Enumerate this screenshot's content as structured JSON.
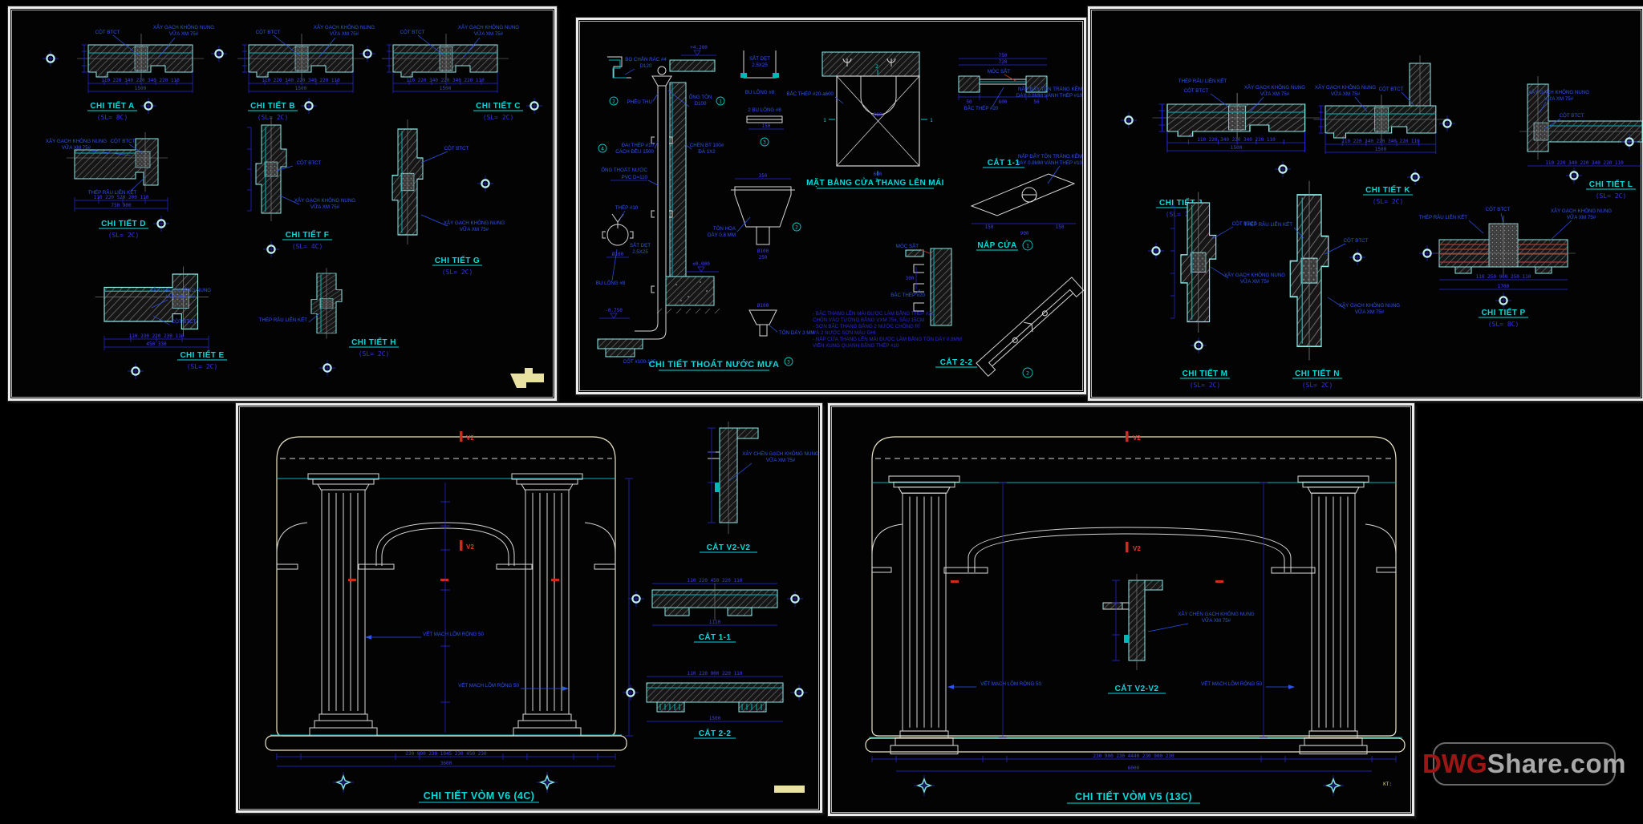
{
  "shared": {
    "cot": "CỘT BTCT",
    "brick1": "XÂY GẠCH KHÔNG NUNG",
    "brick2": "VỮA XM 75#",
    "rebar": "THÉP RÂU LIÊN KẾT",
    "chen": "XÂY CHÈN GẠCH KHÔNG NUNG",
    "vet": "VẾT MẠCH LÕM RỘNG 50"
  },
  "p1": {
    "a_t": "CHI TIẾT A",
    "a_sl": "(SL= 8C)",
    "b_t": "CHI TIẾT B",
    "b_sl": "(SL= 2C)",
    "c_t": "CHI TIẾT C",
    "c_sl": "(SL= 2C)",
    "d_t": "CHI TIẾT D",
    "d_sl": "(SL= 2C)",
    "f_t": "CHI TIẾT F",
    "f_sl": "(SL= 4C)",
    "g_t": "CHI TIẾT G",
    "g_sl": "(SL= 2C)",
    "e_t": "CHI TIẾT E",
    "e_sl": "(SL= 2C)",
    "h_t": "CHI TIẾT H",
    "h_sl": "(SL= 2C)",
    "dims1": "110 220 340 220 340 220 110",
    "total1": "1500",
    "d_dims": "110 220 520 200 110",
    "d_total": "750   900",
    "e_dims": "110 230 220 230 110",
    "e_total": "450   330"
  },
  "p2": {
    "title": "CHI TIẾT THOÁT NƯỚC MƯA",
    "plan_title": "MẶT BẰNG CỬA THANG LÊN MÁI",
    "cat11": "CẮT 1-1",
    "cat22": "CẮT 2-2",
    "nap_cua": "NẮP CỬA",
    "bo_chan_1": "BỌ CHẮN RÁC #4",
    "bo_chan_2": "D120",
    "lv_top": "+4.200",
    "lv_zero": "±0.000",
    "lv_low": "-0.750",
    "pheu_thu": "PHỄU THU",
    "ong_ton_1": "ỐNG TÔN",
    "ong_ton_2": "D100",
    "dai_thep_1": "ĐAI THÉP #10",
    "dai_thep_2": "CÁCH ĐỀU 1500",
    "chen_bt_1": "CHÈN BT 100#",
    "chen_bt_2": "ĐÁ 1X2",
    "ong_thoat_1": "ỐNG THOÁT NƯỚC",
    "ong_thoat_2": "PVC D=110",
    "thep10": "THÉP #10",
    "sat_det_1": "SẮT DẸT",
    "sat_det_2": "2.5X25",
    "bu_long": "BU LÔNG #8",
    "bu_long2": "2 BU LÔNG #8",
    "ton_hoa_1": "TÔN HOA",
    "ton_hoa_2": "DÀY 0.8 MM",
    "ton_day3": "TÔN DÀY 3 MM",
    "cot_100": "CỐT #100-125",
    "bac_thep_a": "BẮC THÉP #20-a600",
    "bac_thep": "BẬC THÉP #20",
    "moc_sat": "MÓC SẮT",
    "nap_day_1": "NẮP ĐẬY TÔN TRÁNG KẼM",
    "nap_day_2": "DÀY 0.8MM VÀNH THÉP #10",
    "n1": "1",
    "n2": "2",
    "n3": "3",
    "n4": "4",
    "dim_750": "750",
    "dim_720": "720",
    "dim_50a": "50",
    "dim_50b": "50",
    "dim_600": "600",
    "dim_300": "300",
    "dim_150a": "150",
    "dim_150b": "150",
    "dim_900": "900",
    "dim_100": "Ø100",
    "dim_250": "250",
    "dim_350": "350",
    "dim_150": "150",
    "notes_1": "- BẬC THANG LÊN MÁI ĐƯỢC LÀM BẰNG THÉP #20",
    "notes_2": "  CHÔN VÀO TƯỜNG BẰNG VXM 75#, SÂU 15CM",
    "notes_3": "- SƠN BẬC THANG BẰNG 2 NƯỚC CHỐNG RỈ",
    "notes_4": "  VÀ 2 NƯỚC SƠN MÀU GHI",
    "notes_5": "- NẮP CỬA THANG LÊN MÁI ĐƯỢC LÀM BẰNG TÔN DÀY 0.8MM",
    "notes_6": "  VIỀN XUNG QUANH BẰNG THÉP #10"
  },
  "p3": {
    "j_t": "CHI TIẾT J",
    "j_sl": "(SL= 2C)",
    "k_t": "CHI TIẾT K",
    "k_sl": "(SL= 2C)",
    "l_t": "CHI TIẾT L",
    "l_sl": "(SL= 2C)",
    "m_t": "CHI TIẾT M",
    "m_sl": "(SL= 2C)",
    "n_t": "CHI TIẾT N",
    "n_sl": "(SL= 2C)",
    "p_t": "CHI TIẾT P",
    "p_sl": "(SL= 8C)",
    "dims1": "110 220 340 220 340 220 110",
    "total1": "1500",
    "p_dims": "110 250 900 250 110",
    "p_total": "1700"
  },
  "p4": {
    "title": "CHI TIẾT VÒM V6 (4C)",
    "catv2": "CẮT V2-V2",
    "cat11": "CẮT 1-1",
    "cat22": "CẮT 2-2",
    "v2": "V2",
    "dims": "230  900  230  1045  230  450  230",
    "total": "3600",
    "c11_dims": "110 220 450 220 110",
    "c11_total": "1110",
    "c22_dims": "110 220 900 220 110",
    "c22_total": "1500"
  },
  "p5": {
    "title": "CHI TIẾT VÒM V5 (13C)",
    "catv2": "CẮT V2-V2",
    "v2": "V2",
    "dims": "230 900 230        4440        230 900 230",
    "total": "6000",
    "kt": "KT:"
  },
  "watermark": {
    "dwg": "DWG",
    "share": "Share.com"
  }
}
